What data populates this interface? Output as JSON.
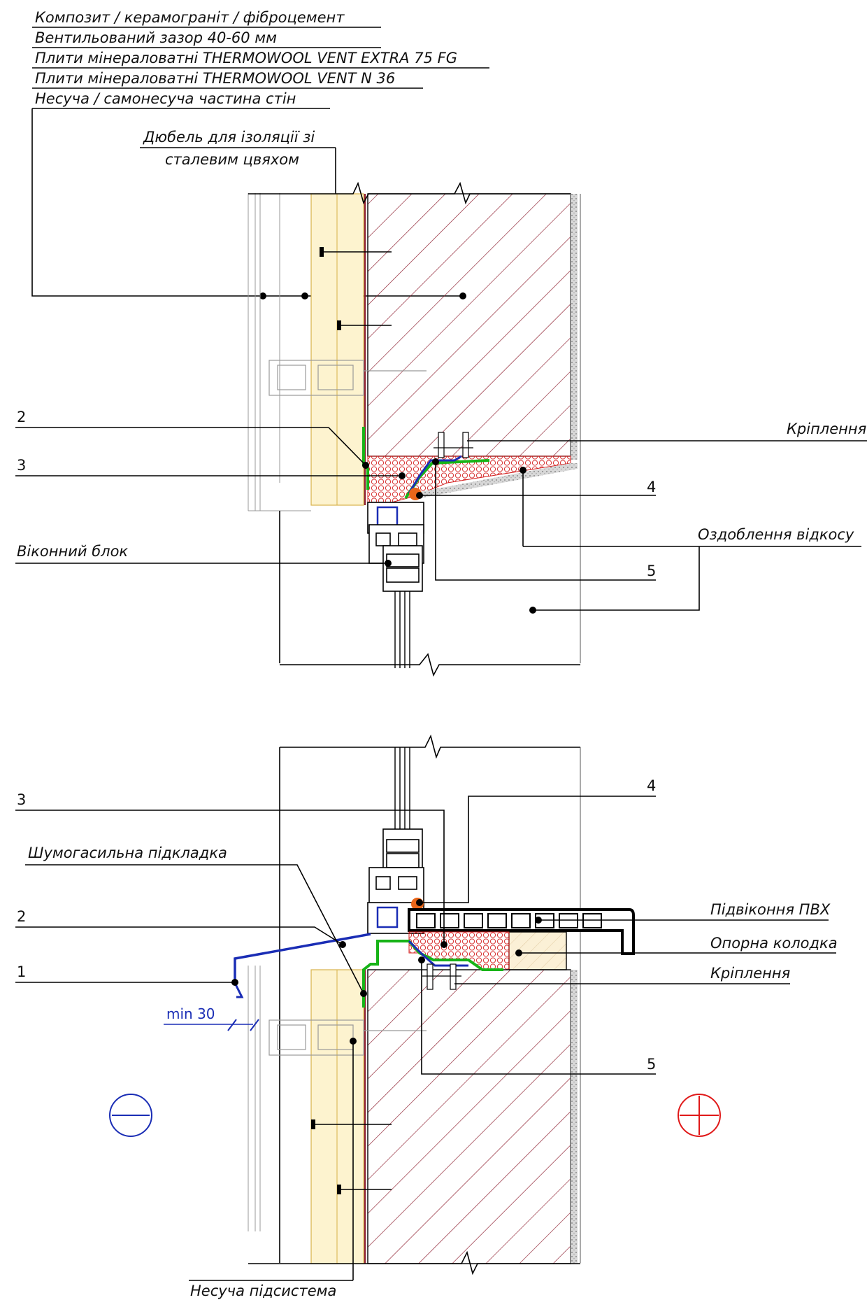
{
  "top_labels": [
    "Композит / керамограніт / фіброцемент",
    "Вентильований зазор 40-60 мм",
    "Плити мінераловатні THERMOWOOL VENT EXTRA 75 FG",
    "Плити мінераловатні THERMOWOOL VENT N 36",
    "Несуча / самонесуча частина стін"
  ],
  "dowel_label": [
    "Дюбель для ізоляції зі",
    "сталевим цвяхом"
  ],
  "top_detail": {
    "marker_2": "2",
    "marker_3": "3",
    "marker_4": "4",
    "marker_5": "5",
    "fastening": "Кріплення",
    "reveal_finish": "Оздоблення відкосу",
    "window_unit": "Віконний блок"
  },
  "bottom_detail": {
    "marker_1": "1",
    "marker_2": "2",
    "marker_3": "3",
    "marker_4": "4",
    "marker_5": "5",
    "sound_pad": "Шумогасильна підкладка",
    "sill_pvc": "Підвіконня ПВХ",
    "support_block": "Опорна колодка",
    "fastening": "Кріплення",
    "dim_min": "min 30",
    "subsystem": "Несуча підсистема"
  },
  "colors": {
    "insulation": "#fdf3cf",
    "insulation_edge": "#d8b24a",
    "masonry_hatch": "#8b1a2b",
    "foam": "#d42020",
    "membrane_green": "#17b317",
    "membrane_blue": "#1a2db5",
    "seal_orange": "#e8661a",
    "plus_red": "#e01919",
    "minus_blue": "#1a2db5"
  }
}
